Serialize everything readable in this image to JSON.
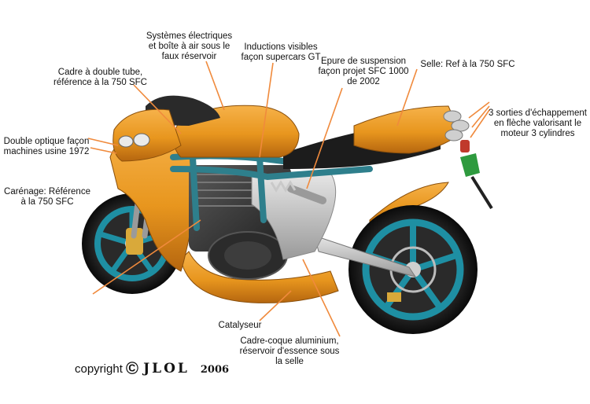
{
  "colors": {
    "body_orange": "#E8961E",
    "frame_teal": "#2E7F8C",
    "wheel_teal": "#1E8FA3",
    "callout_line": "#F08A3C",
    "tire": "#1A1A1A",
    "engine": "#3B3B3B",
    "plate_green": "#2E9A3E"
  },
  "labels": {
    "electrical": [
      "Systèmes électriques",
      "et boîte à air sous le",
      "faux réservoir"
    ],
    "inductions": [
      "Inductions visibles",
      "façon supercars GT"
    ],
    "suspension": [
      "Epure de suspension",
      "façon projet SFC 1000",
      "de 2002"
    ],
    "seat": [
      "Selle: Ref à la 750 SFC"
    ],
    "frame": [
      "Cadre à double tube,",
      "référence à la 750 SFC"
    ],
    "exhaust": [
      "3 sorties d'échappement",
      "en flèche valorisant le",
      "moteur 3 cylindres"
    ],
    "headlight": [
      "Double optique façon",
      "machines usine 1972"
    ],
    "fairing": [
      "Carénage: Référence",
      "à la 750 SFC"
    ],
    "catalyst": [
      "Catalyseur"
    ],
    "tank": [
      "Cadre-coque aluminium,",
      "réservoir d'essence sous",
      "la selle"
    ]
  },
  "copyright": {
    "prefix": "copyright",
    "symbol": "©",
    "author": "JLOL",
    "year": "2006"
  }
}
